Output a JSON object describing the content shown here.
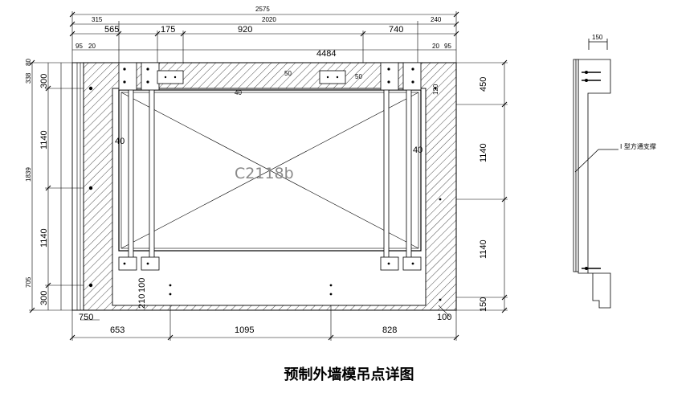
{
  "caption": "预制外墙模吊点详图",
  "window_label": "C2118b",
  "callout_label": "I 型方通支撑",
  "top_dims": {
    "overall": "2575",
    "left_offset": "315",
    "middle": "2020",
    "right_offset": "240",
    "seg_1": "565",
    "seg_2": "175",
    "seg_3": "920",
    "seg_4": "740",
    "left_small": "95",
    "left_small_2": "20",
    "right_small": "20",
    "right_small_2": "95",
    "mid_small": "4484",
    "inner_50": "50",
    "inner_40": "40",
    "inner_50b": "50"
  },
  "left_dims": {
    "top_80": "80",
    "top_338": "338",
    "top_300": "300",
    "mid_1140a": "1140",
    "total_1839": "1839",
    "mid_1140b": "1140",
    "bottom_705": "705",
    "bottom_300": "300",
    "side_40": "40",
    "bottom_210": "210",
    "bottom_100": "100"
  },
  "right_dims": {
    "r_450": "450",
    "r_1140a": "1140",
    "r_1140b": "1140",
    "r_150": "150",
    "side_40": "40",
    "side_120": "120"
  },
  "bottom_dims": {
    "left_750": "750",
    "seg_653": "653",
    "seg_1095": "1095",
    "seg_828": "828",
    "right_100": "100"
  },
  "side_view": {
    "width_150": "150"
  }
}
